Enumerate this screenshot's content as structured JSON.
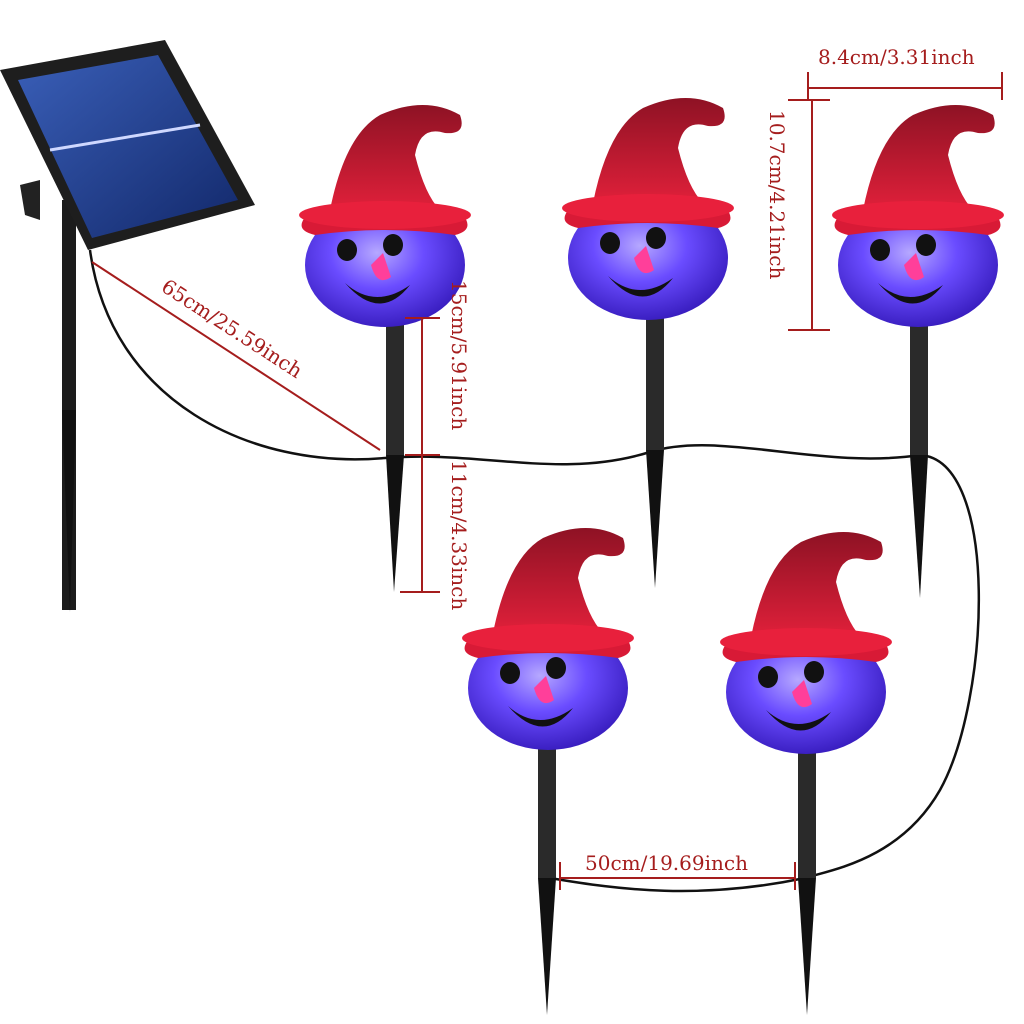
{
  "dimensions": {
    "head_width": "8.4cm/3.31inch",
    "head_height": "10.7cm/4.21inch",
    "panel_cable": "65cm/25.59inch",
    "stake_upper": "15cm/5.91inch",
    "stake_lower": "11cm/4.33inch",
    "light_spacing": "50cm/19.69inch"
  },
  "colors": {
    "dimension": "#a51d1d",
    "hat": "#c3142c",
    "head": "#5b3cf0",
    "nose": "#ff3f9a",
    "panel": "#1c3c8c"
  }
}
